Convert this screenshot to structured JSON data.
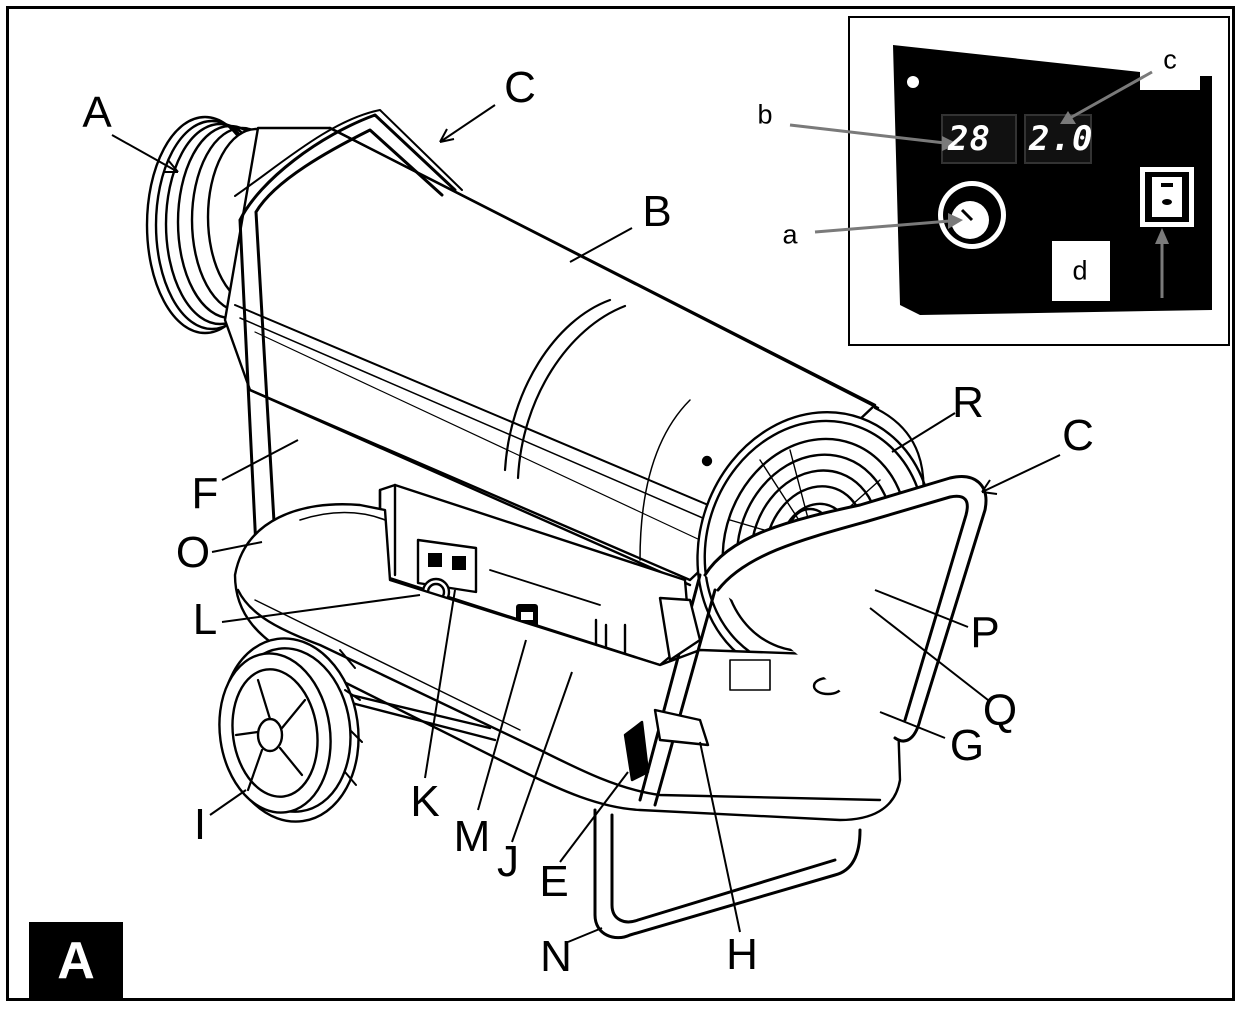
{
  "figure": {
    "badge": "A",
    "callouts": [
      "A",
      "B",
      "C",
      "C",
      "F",
      "O",
      "L",
      "K",
      "M",
      "J",
      "E",
      "I",
      "N",
      "H",
      "R",
      "P",
      "Q",
      "G"
    ]
  },
  "inset": {
    "callouts": [
      "a",
      "b",
      "c",
      "d"
    ],
    "display_left": "28",
    "display_right": "2.0"
  }
}
